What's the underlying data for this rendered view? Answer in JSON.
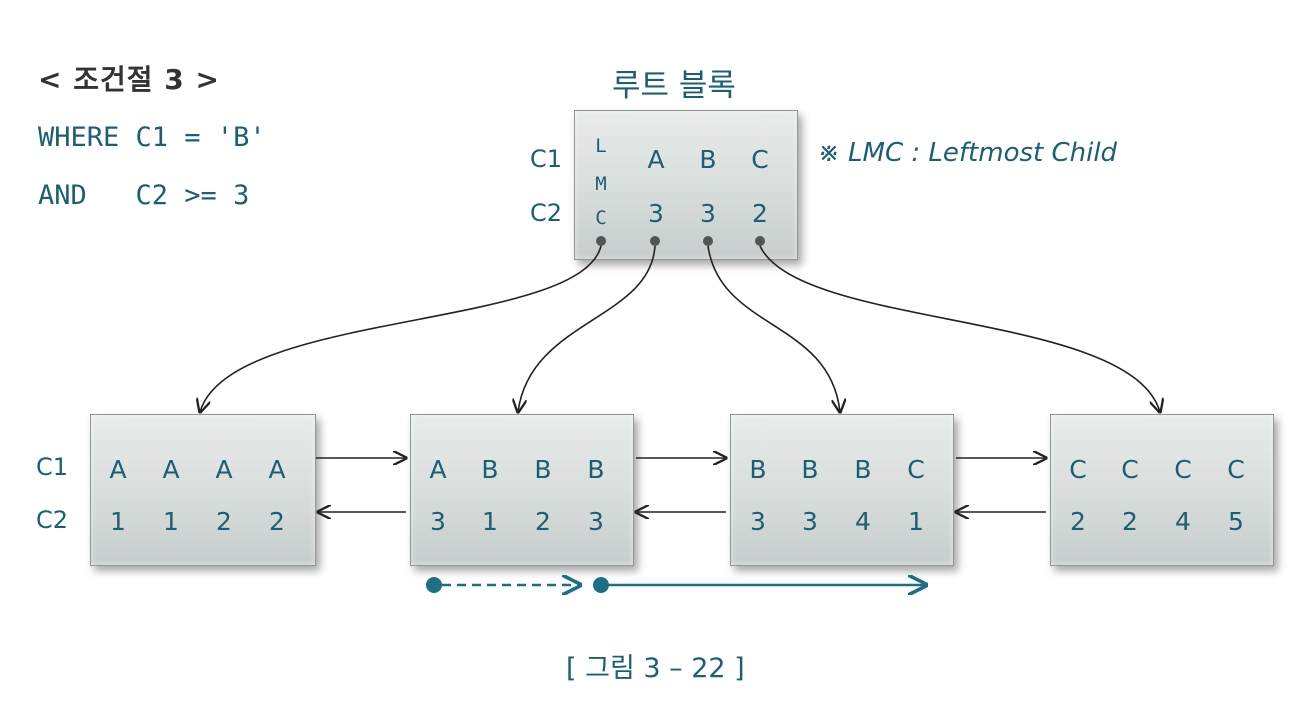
{
  "condition": {
    "title": "< 조건절 3 >",
    "line1": "WHERE C1 = 'B'",
    "line2": "AND   C2 >= 3"
  },
  "root": {
    "title": "루트 블록",
    "lmc_letters": [
      "L",
      "M",
      "C"
    ],
    "c1": [
      "A",
      "B",
      "C"
    ],
    "c2": [
      "3",
      "3",
      "2"
    ]
  },
  "note": "※ LMC : Leftmost Child",
  "row_labels": {
    "c1": "C1",
    "c2": "C2"
  },
  "leaves": [
    {
      "c1": [
        "A",
        "A",
        "A",
        "A"
      ],
      "c2": [
        "1",
        "1",
        "2",
        "2"
      ]
    },
    {
      "c1": [
        "A",
        "B",
        "B",
        "B"
      ],
      "c2": [
        "3",
        "1",
        "2",
        "3"
      ]
    },
    {
      "c1": [
        "B",
        "B",
        "B",
        "C"
      ],
      "c2": [
        "3",
        "3",
        "4",
        "1"
      ]
    },
    {
      "c1": [
        "C",
        "C",
        "C",
        "C"
      ],
      "c2": [
        "2",
        "2",
        "4",
        "5"
      ]
    }
  ],
  "caption": "[ 그림 3 – 22 ]",
  "colors": {
    "accent": "#1b5f73",
    "block": "#d6dbda",
    "arrow": "#1b6f86"
  }
}
